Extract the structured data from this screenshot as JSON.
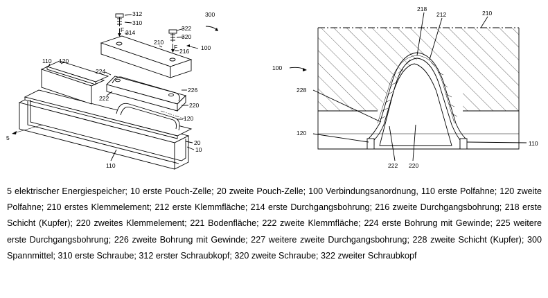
{
  "figure_left": {
    "labels": {
      "l312": "312",
      "l310": "310",
      "lF1": "F",
      "l214": "214",
      "l300": "300",
      "l210": "210",
      "l322": "322",
      "l320": "320",
      "lF2": "F",
      "l216": "216",
      "l100": "100",
      "l110": "110",
      "l120a": "120",
      "l224": "224",
      "l226": "226",
      "l222": "222",
      "l220": "220",
      "l120b": "120",
      "l5": "5",
      "l20": "20",
      "l10": "10",
      "l110b": "110"
    }
  },
  "figure_right": {
    "labels": {
      "l218": "218",
      "l212": "212",
      "l210": "210",
      "l100": "100",
      "l228": "228",
      "l120": "120",
      "l110": "110",
      "l222": "222",
      "l220": "220"
    }
  },
  "caption": "5 elektrischer Energiespeicher; 10 erste Pouch-Zelle; 20 zweite Pouch-Zelle; 100 Verbindungsanordnung, 110 erste Polfahne; 120 zweite Polfahne; 210 erstes Klemmelement; 212 erste Klemmfläche; 214 erste Durchgangsbohrung; 216 zweite Durchgangsbohrung; 218 erste Schicht (Kupfer); 220 zweites Klemmelement; 221 Bodenfläche; 222 zweite Klemmfläche; 224 erste Bohrung mit Gewinde; 225 weitere erste Durchgangsbohrung; 226 zweite Bohrung mit Gewinde; 227 weitere zweite Durchgangsbohrung; 228 zweite Schicht (Kupfer); 300 Spannmittel; 310 erste Schraube; 312 erster Schraubkopf; 320 zweite Schraube; 322 zweiter Schraubkopf"
}
